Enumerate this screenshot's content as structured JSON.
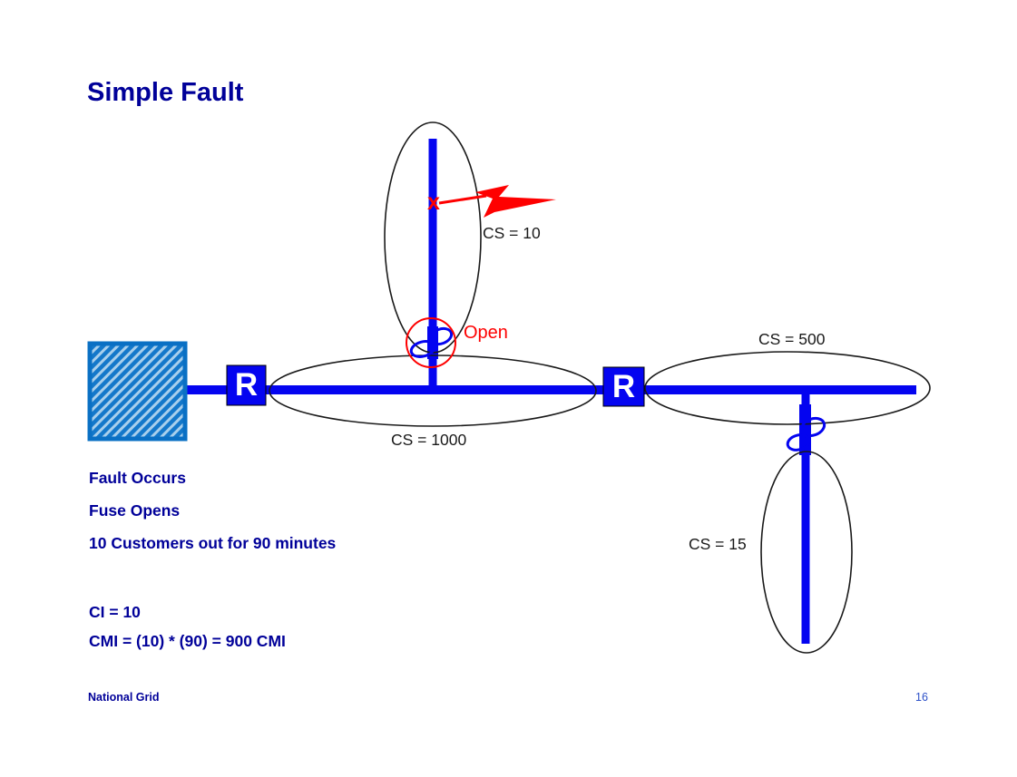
{
  "page": {
    "title": "Simple Fault",
    "footer_left": "National Grid",
    "page_number": "16"
  },
  "diagram": {
    "recloser_label": "R",
    "fault_marker": "x",
    "open_label": "Open",
    "cs_labels": {
      "top_branch": "CS = 10",
      "main_feeder": "CS = 1000",
      "right_feeder": "CS = 500",
      "right_branch": "CS = 15"
    },
    "notes": [
      "Fault Occurs",
      "Fuse Opens",
      "10 Customers out for 90 minutes"
    ],
    "calculations": [
      "CI = 10",
      "CMI = (10) * (90) = 900 CMI"
    ],
    "colors": {
      "feeder_blue": "#0404f0",
      "navy_text": "#000099",
      "fault_red": "#fe0000",
      "label_black": "#1a1a1a",
      "substation_fill": "#1478ca",
      "substation_stripe": "#a8cfec",
      "substation_border": "#0a70c4",
      "ellipse_stroke": "#1a1a1a",
      "page_number_blue": "#2d50c8"
    }
  }
}
